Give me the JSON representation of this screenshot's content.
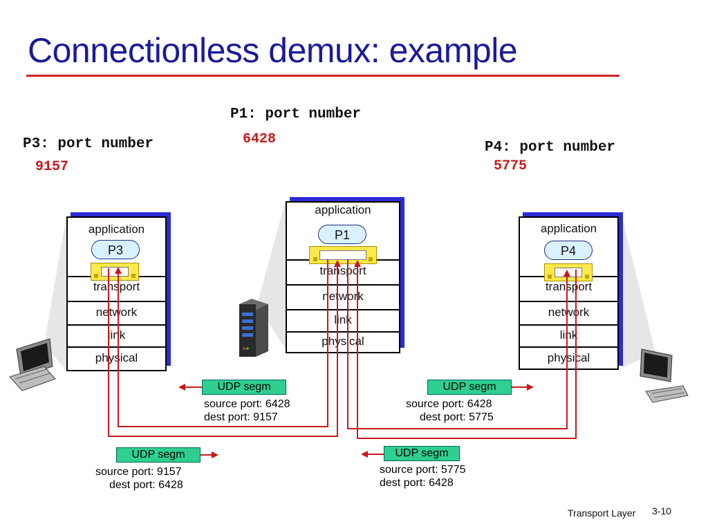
{
  "title": "Connectionless demux: example",
  "ports": {
    "p1": {
      "label": "P1: port number",
      "number": "6428"
    },
    "p3": {
      "label": "P3: port number",
      "number": "9157"
    },
    "p4": {
      "label": "P4: port number",
      "number": "5775"
    }
  },
  "layers": {
    "application": "application",
    "transport": "transport",
    "network": "network",
    "link": "link",
    "physical": "physical"
  },
  "processes": {
    "p1": "P1",
    "p3": "P3",
    "p4": "P4"
  },
  "segments": {
    "seg_a": {
      "label": "UDP segm",
      "source": "source port: 6428",
      "dest": "dest port: 9157"
    },
    "seg_b": {
      "label": "UDP segm",
      "source": "source port: 6428",
      "dest": "dest port: 5775"
    },
    "seg_c": {
      "label": "UDP segm",
      "source": "source port: 9157",
      "dest": "dest port: 6428"
    },
    "seg_d": {
      "label": "UDP segm",
      "source": "source port: 5775",
      "dest": "dest port: 6428"
    }
  },
  "footer": {
    "text": "Transport Layer",
    "page": "3-10"
  },
  "colors": {
    "title": "#1a1a99",
    "accent_red": "#c81818",
    "stack_shadow": "#2b2bd6",
    "udp_box": "#2fcf8f",
    "socket": "#ffe84a"
  }
}
